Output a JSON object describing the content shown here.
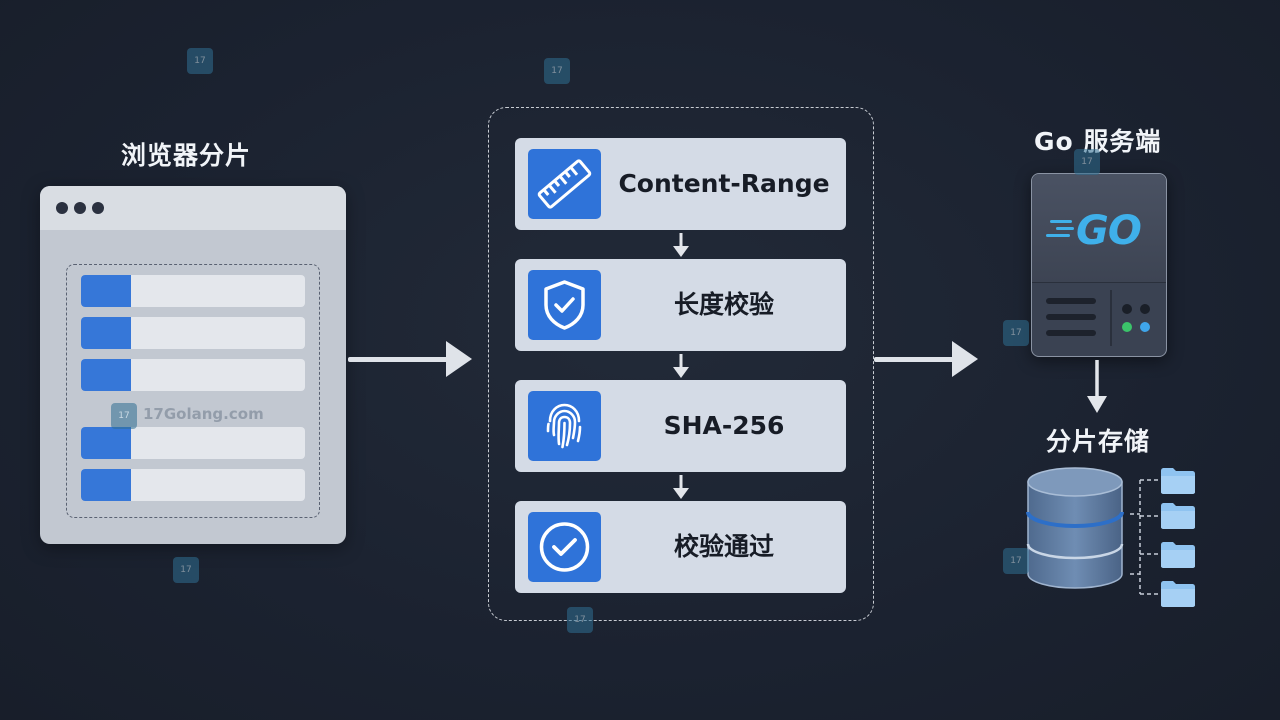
{
  "browser_section": {
    "title": "浏览器分片",
    "chunk_count": 5
  },
  "pipeline": {
    "steps": [
      {
        "label": "Content-Range",
        "icon": "ruler-icon"
      },
      {
        "label": "长度校验",
        "icon": "shield-check-icon"
      },
      {
        "label": "SHA-256",
        "icon": "fingerprint-icon"
      },
      {
        "label": "校验通过",
        "icon": "check-circle-icon"
      }
    ]
  },
  "server_section": {
    "title": "Go 服务端",
    "logo_text": "GO"
  },
  "storage_section": {
    "title": "分片存储",
    "folder_count": 4
  },
  "watermark": {
    "text": "17Golang.com"
  },
  "colors": {
    "background": "#1b2230",
    "accent_blue": "#2f73d9",
    "card": "#d4dbe6",
    "go_blue": "#3fb0ea",
    "folder_blue": "#8fc3f0"
  }
}
